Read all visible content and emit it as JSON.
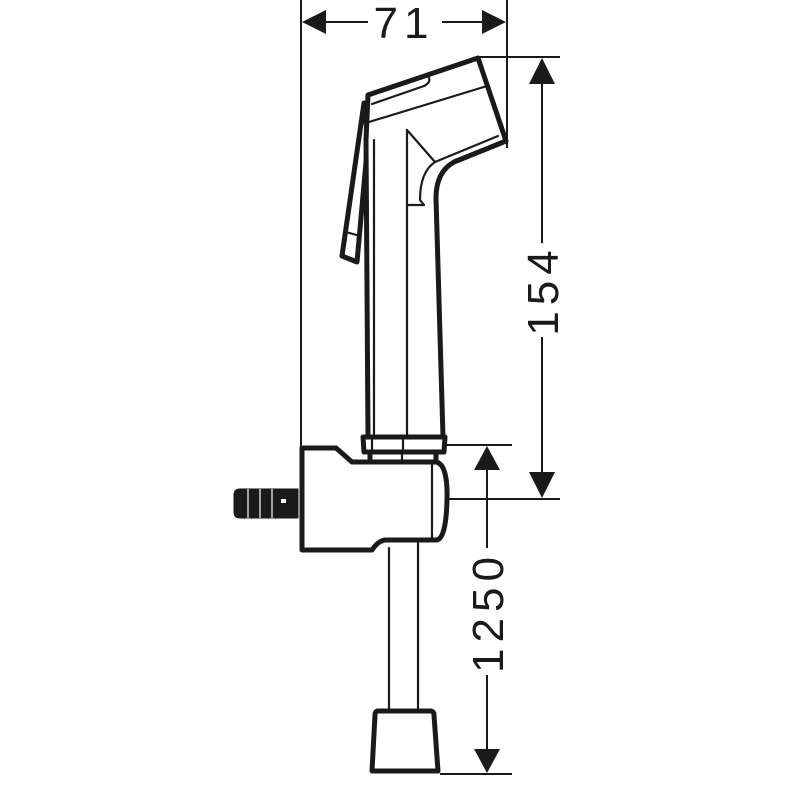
{
  "drawing": {
    "subject": "bidet hand shower with wall holder and hose",
    "line_color": "#1a1a1a",
    "background": "#ffffff"
  },
  "dimensions": {
    "width": {
      "value": "71",
      "unit": "mm",
      "orientation": "horizontal"
    },
    "handshower_height": {
      "value": "154",
      "unit": "mm",
      "orientation": "vertical"
    },
    "hose_length": {
      "value": "1250",
      "unit": "mm",
      "orientation": "vertical"
    }
  }
}
